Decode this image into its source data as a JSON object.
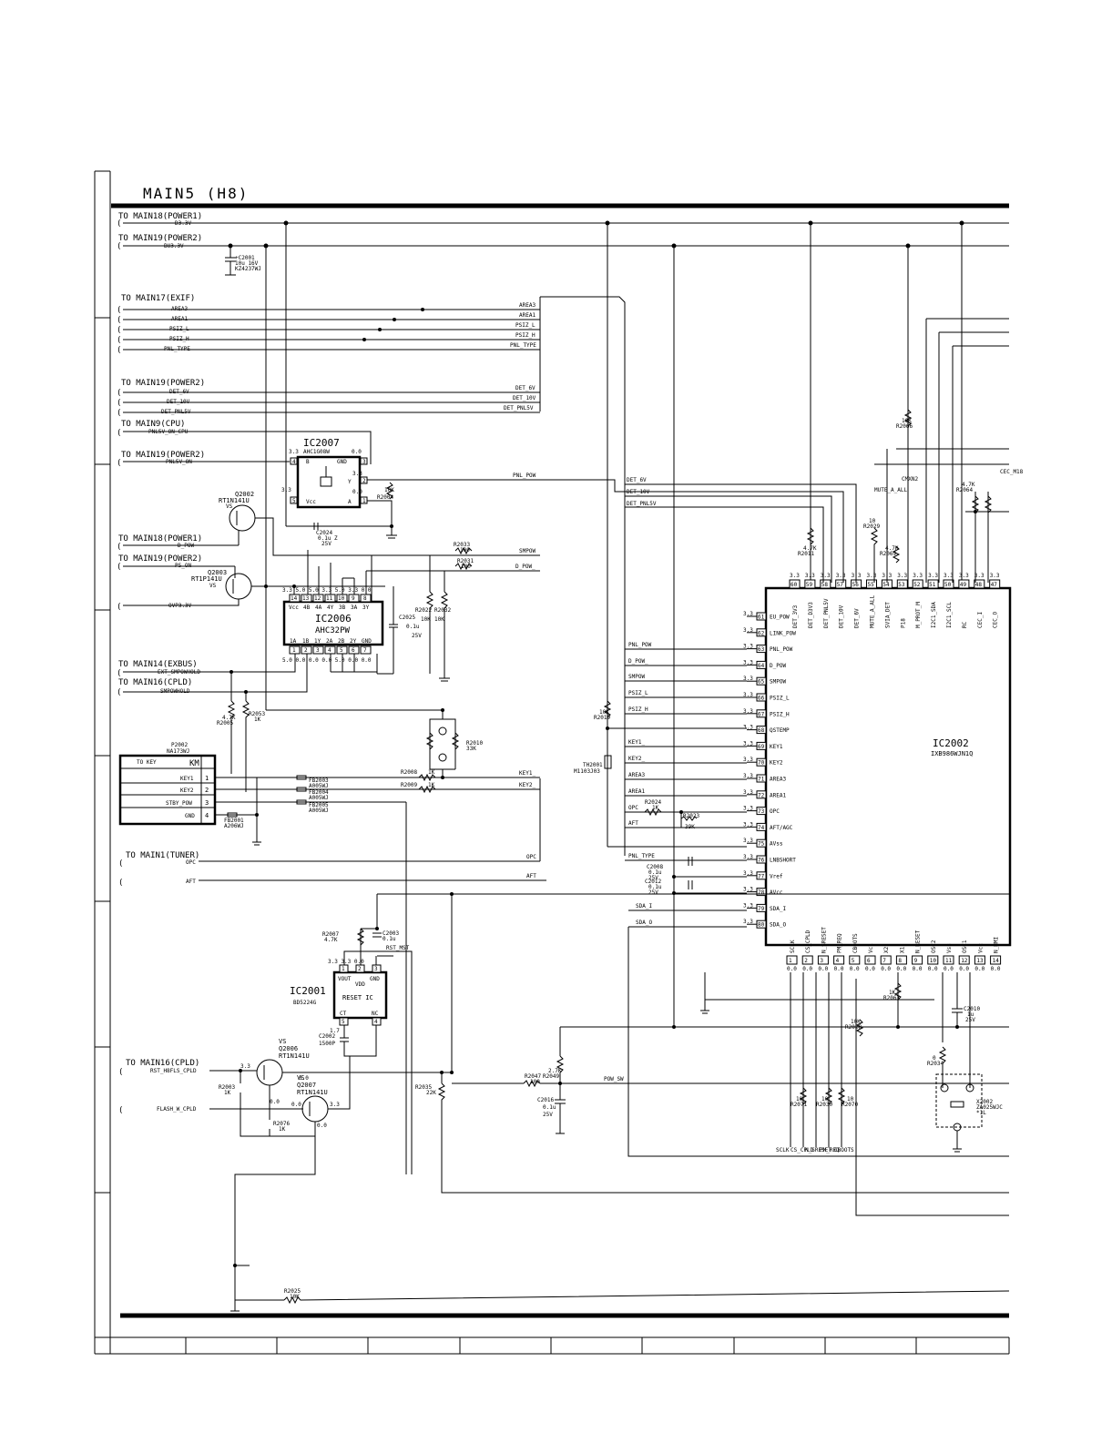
{
  "sheet": {
    "title": "MAIN5 (H8)"
  },
  "connectors": [
    {
      "to": "TO MAIN18(POWER1)",
      "signals": [
        "D3.3V"
      ]
    },
    {
      "to": "TO MAIN19(POWER2)",
      "signals": [
        "BU3.3V"
      ]
    },
    {
      "to": "TO MAIN17(EXIF)",
      "signals": [
        "AREA3",
        "AREA1",
        "PSIZ_L",
        "PSIZ_H",
        "PNL_TYPE"
      ]
    },
    {
      "to": "TO MAIN19(POWER2)",
      "signals": [
        "DET_6V",
        "DET_10V",
        "DET_PNL5V"
      ]
    },
    {
      "to": "TO MAIN9(CPU)",
      "signals": [
        "PNL5V_ON_CPU"
      ]
    },
    {
      "to": "TO MAIN19(POWER2)",
      "signals": [
        "PNL5V_ON"
      ]
    },
    {
      "to": "TO MAIN18(POWER1)",
      "signals": [
        "D_POW"
      ]
    },
    {
      "to": "TO MAIN19(POWER2)",
      "signals": [
        "PS_ON"
      ]
    },
    {
      "to": "",
      "signals": [
        "OVP3.3V"
      ]
    },
    {
      "to": "TO MAIN14(EXBUS)",
      "signals": [
        "EXT_SMPOWHOLD"
      ]
    },
    {
      "to": "TO MAIN16(CPLD)",
      "signals": [
        "SMPOWHOLD"
      ]
    },
    {
      "to": "TO MAIN1(TUNER)",
      "signals": [
        "OPC",
        "AFT"
      ]
    },
    {
      "to": "TO MAIN16(CPLD)",
      "signals": [
        "RST_H8FLS_CPLD",
        "FLASH_W_CPLD"
      ]
    }
  ],
  "ics": {
    "ic2007": {
      "ref": "IC2007",
      "part": "AHC1G08W",
      "pins": [
        "GND",
        "Y",
        "Vcc",
        "B",
        "A"
      ]
    },
    "ic2006": {
      "ref": "IC2006",
      "part": "AHC32PW",
      "top_pins": [
        "14",
        "13",
        "12",
        "11",
        "10",
        "9",
        "8"
      ],
      "top_labels": [
        "Vcc",
        "4B",
        "4A",
        "4Y",
        "3B",
        "3A",
        "3Y"
      ],
      "bot_pins": [
        "1",
        "2",
        "3",
        "4",
        "5",
        "6",
        "7"
      ],
      "bot_labels": [
        "1A",
        "1B",
        "1Y",
        "2A",
        "2B",
        "2Y",
        "GND"
      ]
    },
    "ic2001": {
      "ref": "IC2001",
      "part": "BD5224G",
      "inner": "RESET IC",
      "pins_top": [
        "1",
        "2",
        "3"
      ],
      "pins_bot": [
        "5",
        "4"
      ],
      "labels": [
        "VOUT",
        "VDD",
        "GND",
        "CT",
        "NC"
      ]
    },
    "ic2002": {
      "ref": "IC2002",
      "part": "IXB986WJN1Q",
      "left_pins": [
        {
          "n": "61",
          "name": "EU_POW",
          "net": ""
        },
        {
          "n": "62",
          "name": "LINK_POW",
          "net": ""
        },
        {
          "n": "63",
          "name": "PNL_POW",
          "net": "PNL_POW"
        },
        {
          "n": "64",
          "name": "D_POW",
          "net": "D_POW_"
        },
        {
          "n": "65",
          "name": "SMPOW",
          "net": "SMPOW"
        },
        {
          "n": "66",
          "name": "PSIZ_L",
          "net": "PSIZ_L"
        },
        {
          "n": "67",
          "name": "PSIZ_H",
          "net": "PSIZ_H"
        },
        {
          "n": "68",
          "name": "QSTEMP",
          "net": ""
        },
        {
          "n": "69",
          "name": "KEY1",
          "net": "KEY1_"
        },
        {
          "n": "70",
          "name": "KEY2",
          "net": "KEY2_"
        },
        {
          "n": "71",
          "name": "AREA3",
          "net": "AREA3"
        },
        {
          "n": "72",
          "name": "AREA1",
          "net": "AREA1"
        },
        {
          "n": "73",
          "name": "OPC",
          "net": "OPC"
        },
        {
          "n": "74",
          "name": "AFT/AGC",
          "net": "AFT"
        },
        {
          "n": "75",
          "name": "AVss",
          "net": ""
        },
        {
          "n": "76",
          "name": "LNBSHORT",
          "net": "PNL_TYPE"
        },
        {
          "n": "77",
          "name": "Vref",
          "net": ""
        },
        {
          "n": "78",
          "name": "AVcc",
          "net": ""
        },
        {
          "n": "79",
          "name": "SDA_I",
          "net": "SDA_I"
        },
        {
          "n": "80",
          "name": "SDA_O",
          "net": "SDA_O"
        }
      ],
      "top_pins": [
        {
          "n": "60",
          "name": "DET_3V3"
        },
        {
          "n": "59",
          "name": "DET_D3V3"
        },
        {
          "n": "58",
          "name": "DET_PNL5V"
        },
        {
          "n": "57",
          "name": "DET_10V"
        },
        {
          "n": "56",
          "name": "DET_6V"
        },
        {
          "n": "55",
          "name": "MUTE_A_ALL"
        },
        {
          "n": "54",
          "name": "SVIA_DET"
        },
        {
          "n": "53",
          "name": "P18"
        },
        {
          "n": "52",
          "name": "M_PROT_M"
        },
        {
          "n": "51",
          "name": "I2C1_SDA"
        },
        {
          "n": "50",
          "name": "I2C1_SCL"
        },
        {
          "n": "49",
          "name": "RC"
        },
        {
          "n": "48",
          "name": "CEC_I"
        },
        {
          "n": "47",
          "name": "CEC_O"
        }
      ],
      "bottom_pins": [
        {
          "n": "1",
          "name": "SCLK"
        },
        {
          "n": "2",
          "name": "CS_CPLD"
        },
        {
          "n": "3",
          "name": "N_SRESET"
        },
        {
          "n": "4",
          "name": "PM_REQ"
        },
        {
          "n": "5",
          "name": "CBOOTS"
        },
        {
          "n": "6",
          "name": "Vcl"
        },
        {
          "n": "7",
          "name": "X2"
        },
        {
          "n": "8",
          "name": "X1"
        },
        {
          "n": "9",
          "name": "N_RESET"
        },
        {
          "n": "10",
          "name": "OSC2"
        },
        {
          "n": "11",
          "name": "Vss"
        },
        {
          "n": "12",
          "name": "OSC1"
        },
        {
          "n": "13",
          "name": "Vcc"
        },
        {
          "n": "14",
          "name": "N_NMI"
        }
      ]
    }
  },
  "transistors": [
    {
      "ref": "Q2002",
      "part": "RT1N141U",
      "code": "VS"
    },
    {
      "ref": "Q2003",
      "part": "RT1P141U",
      "code": "VS"
    },
    {
      "ref": "Q2006",
      "part": "RT1N141U",
      "code": "VS"
    },
    {
      "ref": "Q2007",
      "part": "RT1N141U",
      "code": "VS"
    }
  ],
  "key_connector": {
    "ref": "P2002",
    "part": "NA173WJ",
    "title": "TO KEY",
    "code": "KM",
    "rows": [
      {
        "name": "KEY1",
        "pin": "1"
      },
      {
        "name": "KEY2",
        "pin": "2"
      },
      {
        "name": "STBY_POW",
        "pin": "3"
      },
      {
        "name": "GND",
        "pin": "4"
      }
    ]
  },
  "components": {
    "c2001": [
      "+C2001",
      "10u 16V",
      "KZ4237WJ"
    ],
    "c2024": [
      "C2024",
      "0.1u Z",
      "25V"
    ],
    "r2004": [
      "R2004",
      "10K"
    ],
    "r2033": [
      "R2033",
      "100"
    ],
    "r2031": [
      "R2031",
      "100"
    ],
    "c2025": [
      "C2025",
      "0.1u",
      "25V"
    ],
    "r2032": [
      "R2032",
      "10K"
    ],
    "r2022": [
      "R2022",
      "10K"
    ],
    "r2005": [
      "R2005",
      "4.7K"
    ],
    "r2053": [
      "R2053",
      "1K"
    ],
    "r2010": [
      "R2010",
      "33K"
    ],
    "r2008": [
      "R2008",
      "1K"
    ],
    "r2009": [
      "R2009",
      "1K"
    ],
    "fb2003": [
      "FB2003",
      "A005WJ"
    ],
    "fb2004": [
      "FB2004",
      "A005WJ"
    ],
    "fb2005": [
      "FB2005",
      "A005WJ"
    ],
    "fb2001": [
      "FB2001",
      "A206WJ"
    ],
    "r2019": [
      "R2019",
      "10K"
    ],
    "th2001": [
      "TH2001",
      "M1103J03"
    ],
    "r2024": [
      "R2024",
      "1K"
    ],
    "r2023": [
      "R2023",
      "39K"
    ],
    "c2008": [
      "C2008",
      "0.1u",
      "25V"
    ],
    "c2012": [
      "C2012",
      "0.1u",
      "25V"
    ],
    "r2007": [
      "R2007",
      "4.7K"
    ],
    "c2003": [
      "C2003",
      "0.1u"
    ],
    "c2002": [
      "C2002",
      "1500P"
    ],
    "r2003": [
      "R2003",
      "1K"
    ],
    "r2076": [
      "R2076",
      "1K"
    ],
    "r2035": [
      "R2035",
      "22K"
    ],
    "r2047": [
      "R2047",
      "100"
    ],
    "r2049": [
      "R2049",
      "2.7K"
    ],
    "c2016": [
      "C2016",
      "0.1u",
      "25V"
    ],
    "r2025": [
      "R2025",
      "10K"
    ],
    "r2011": [
      "R2011",
      "4.7K"
    ],
    "r2029": [
      "R2029",
      "10"
    ],
    "r2069": [
      "R2069",
      "4.7K"
    ],
    "r2066": [
      "R2066",
      "10K"
    ],
    "r2064": [
      "R2064",
      "4.7K"
    ],
    "r2067": [
      "R2067",
      "1K"
    ],
    "r2028": [
      "R2028",
      "10K"
    ],
    "r2071": [
      "R2071",
      "10"
    ],
    "r2030": [
      "R2030",
      "10"
    ],
    "r2070": [
      "R2070",
      "10"
    ],
    "c2010": [
      "C2010",
      "1u",
      "25V"
    ],
    "r2034": [
      "R2034",
      "0"
    ],
    "x2002": [
      "X2002",
      "ZA025WJC",
      "*1L"
    ]
  },
  "nets": {
    "rst_mst": "RST_MST",
    "pow_sw": "POW_SW",
    "cmxn2": "CMXN2",
    "cec_m18": "CEC_M18"
  },
  "voltages": [
    "3.3",
    "0.0",
    "1.7",
    "1.6",
    "5.8",
    "0.7"
  ]
}
